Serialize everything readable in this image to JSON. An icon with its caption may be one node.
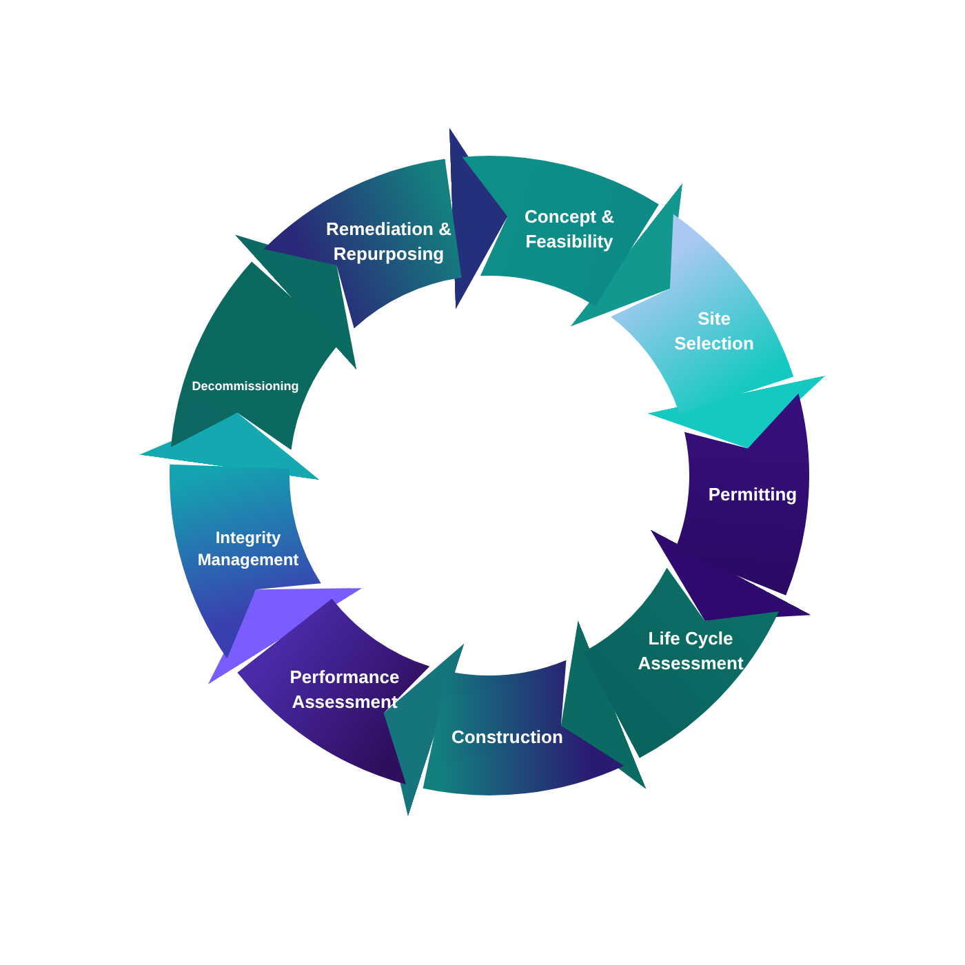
{
  "diagram": {
    "nodes": [
      {
        "text": [
          "Concept & Feasibility"
        ]
      },
      {
        "text": [
          "Site Selection"
        ]
      },
      {
        "text": [
          "Permitting"
        ]
      },
      {
        "text": [
          "Life Cycle Assessment"
        ]
      },
      {
        "text": [
          "Construction"
        ]
      },
      {
        "text": [
          "Performance Assessment"
        ]
      },
      {
        "text": [
          "Integrity Management"
        ]
      },
      {
        "text": [
          "Decommissioning"
        ]
      },
      {
        "text": [
          "Remediation & Repurposing"
        ]
      }
    ],
    "edges": [
      {
        "from": 0,
        "to": 1,
        "arrow": "to",
        "color": "#12988f"
      },
      {
        "from": 1,
        "to": 2,
        "arrow": "to",
        "color": "#14c9c0"
      },
      {
        "from": 2,
        "to": 3,
        "arrow": "to",
        "color": "#2e0a6e"
      },
      {
        "from": 3,
        "to": 4,
        "arrow": "to",
        "color": "#0b6b62"
      },
      {
        "from": 4,
        "to": 5,
        "arrow": "to",
        "color": "#16747d"
      },
      {
        "from": 5,
        "to": 6,
        "arrow": "to",
        "color": "#7b5cff"
      },
      {
        "from": 6,
        "to": 7,
        "arrow": "to",
        "color": "#14a9b0"
      },
      {
        "from": 7,
        "to": 8,
        "arrow": "to",
        "color": "#0b6b62"
      },
      {
        "from": 8,
        "to": 0,
        "arrow": "to",
        "color": "#24307c"
      }
    ]
  }
}
